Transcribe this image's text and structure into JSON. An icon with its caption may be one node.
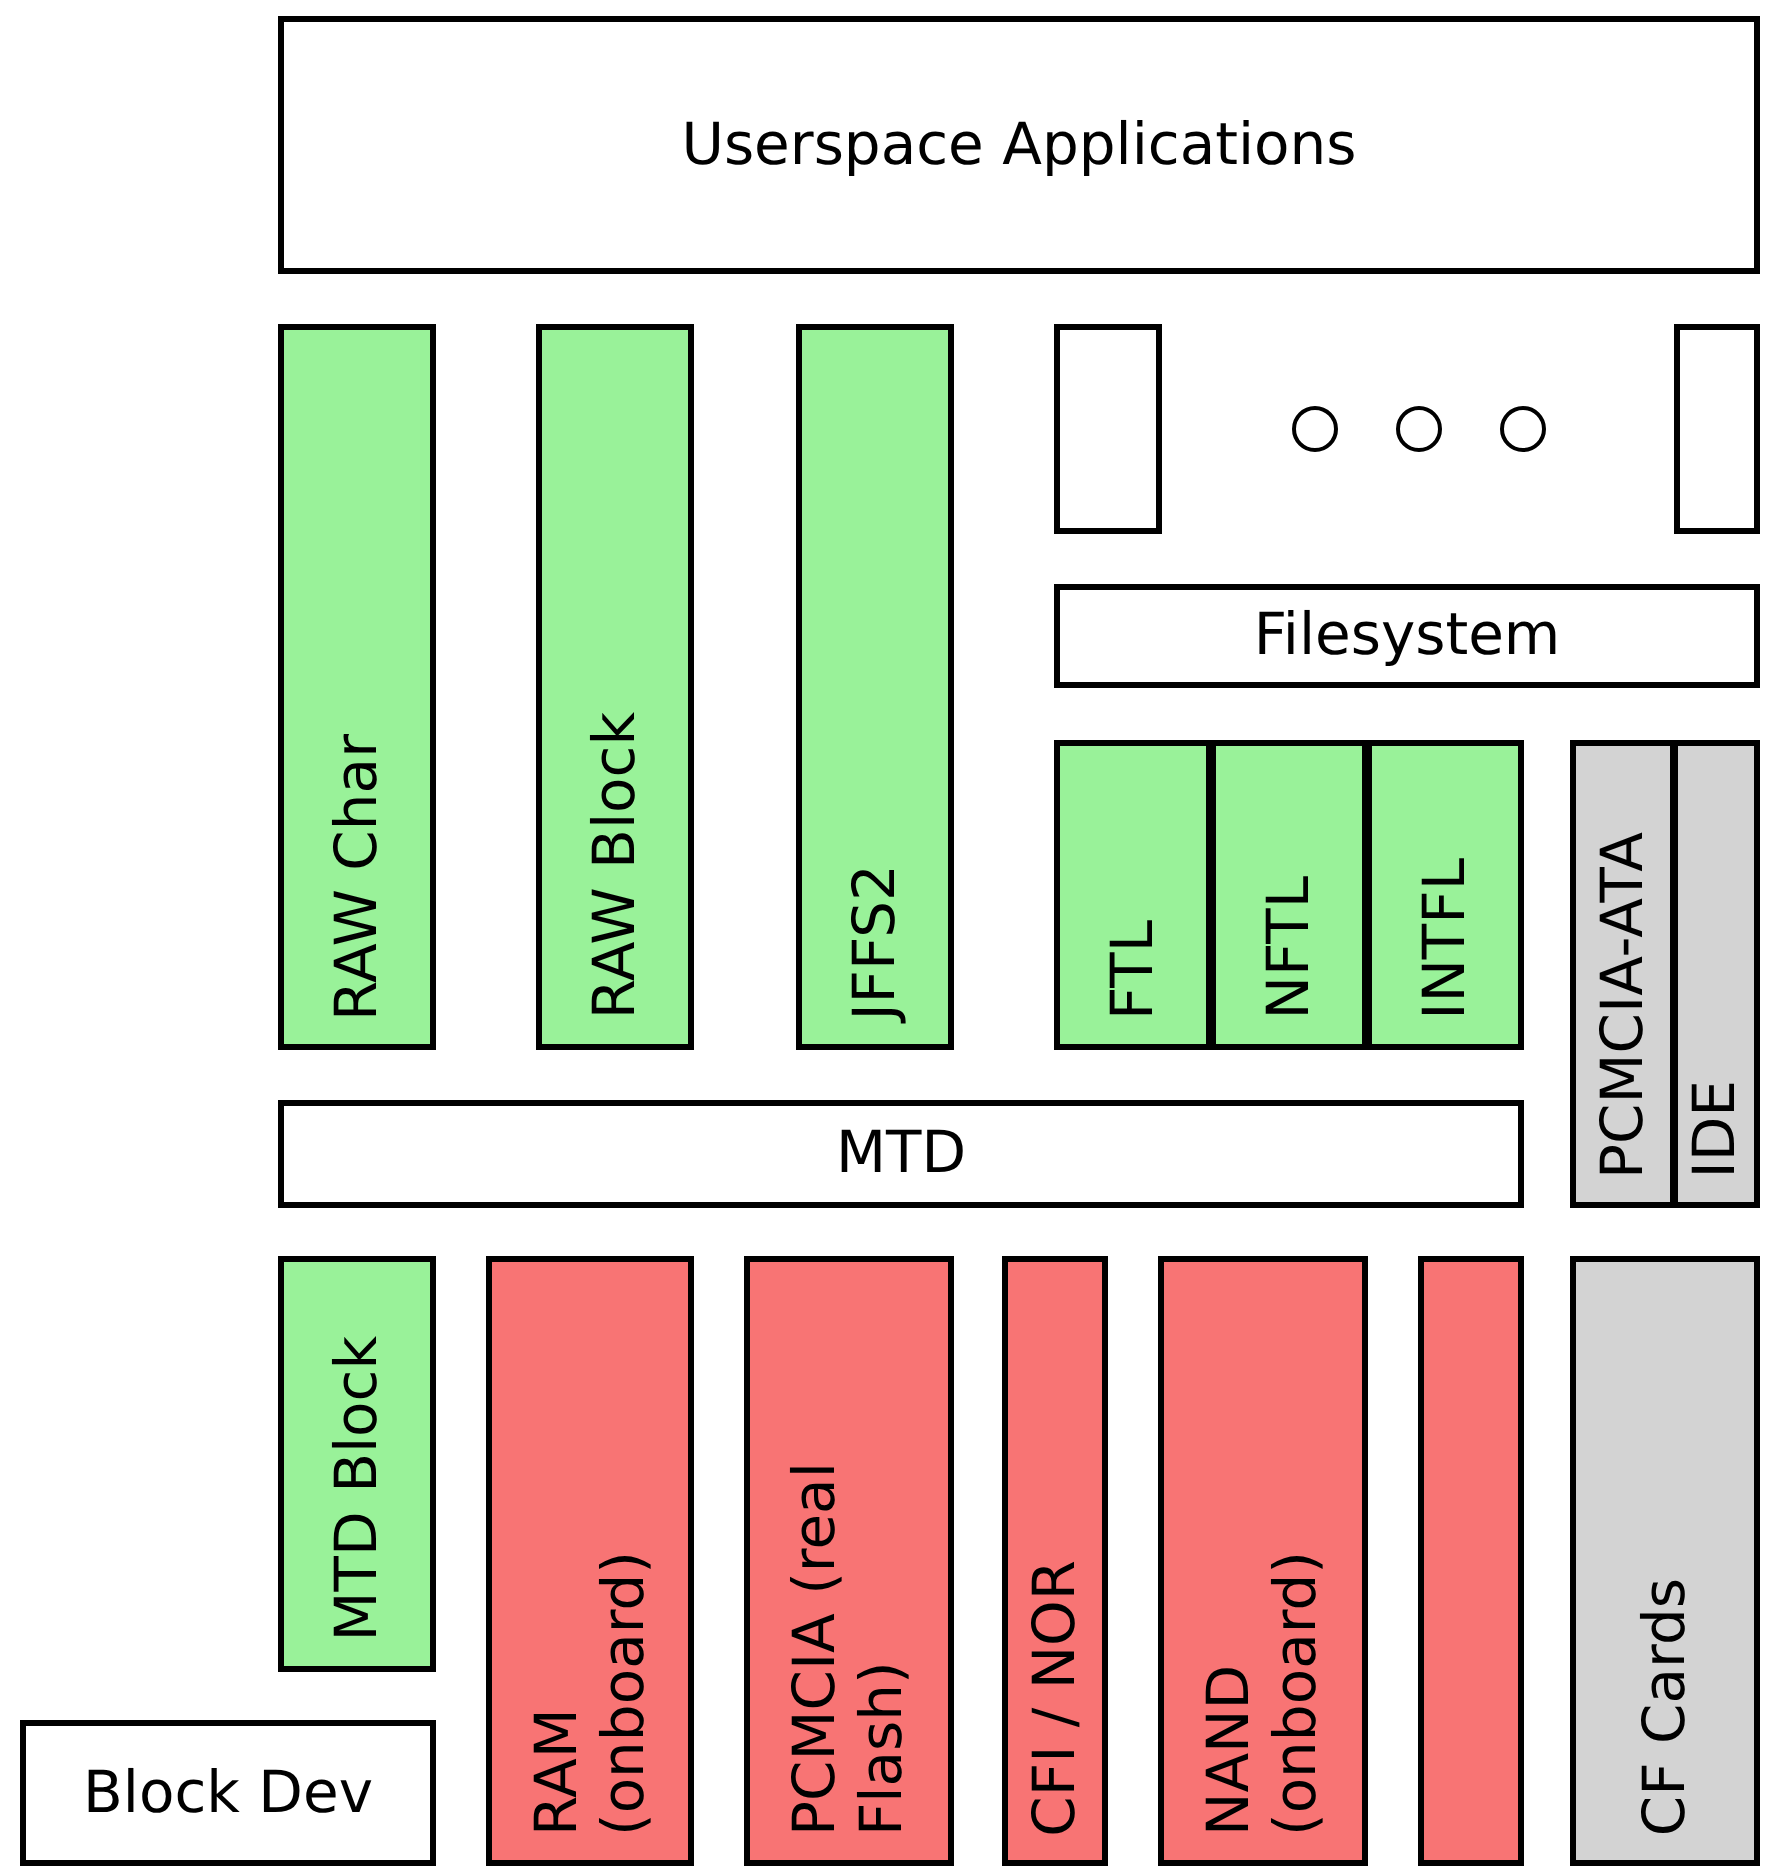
{
  "diagram": {
    "nodes": [
      {
        "text": [
          "Userspace Applications"
        ]
      },
      {
        "text": [
          "RAW Char"
        ]
      },
      {
        "text": [
          "RAW Block"
        ]
      },
      {
        "text": [
          "JFFS2"
        ]
      },
      {
        "text": [],
        "shape": "box"
      },
      {
        "text": [],
        "shape": "circle"
      },
      {
        "text": [],
        "shape": "circle"
      },
      {
        "text": [],
        "shape": "circle"
      },
      {
        "text": [],
        "shape": "box"
      },
      {
        "text": [
          "Filesystem"
        ]
      },
      {
        "text": [
          "FTL"
        ]
      },
      {
        "text": [
          "NFTL"
        ]
      },
      {
        "text": [
          "INTFL"
        ]
      },
      {
        "text": [
          "PCMCIA-ATA"
        ]
      },
      {
        "text": [
          "IDE"
        ]
      },
      {
        "text": [
          "MTD"
        ]
      },
      {
        "text": [
          "MTD Block"
        ]
      },
      {
        "text": [
          "RAM (onboard)"
        ]
      },
      {
        "text": [
          "PCMCIA (real Flash)"
        ]
      },
      {
        "text": [
          "CFI / NOR"
        ]
      },
      {
        "text": [
          "NAND (onboard)"
        ]
      },
      {
        "text": [],
        "shape": "bar"
      },
      {
        "text": [
          "CF Cards"
        ]
      },
      {
        "text": [
          "Block Dev"
        ]
      }
    ],
    "edges": []
  }
}
